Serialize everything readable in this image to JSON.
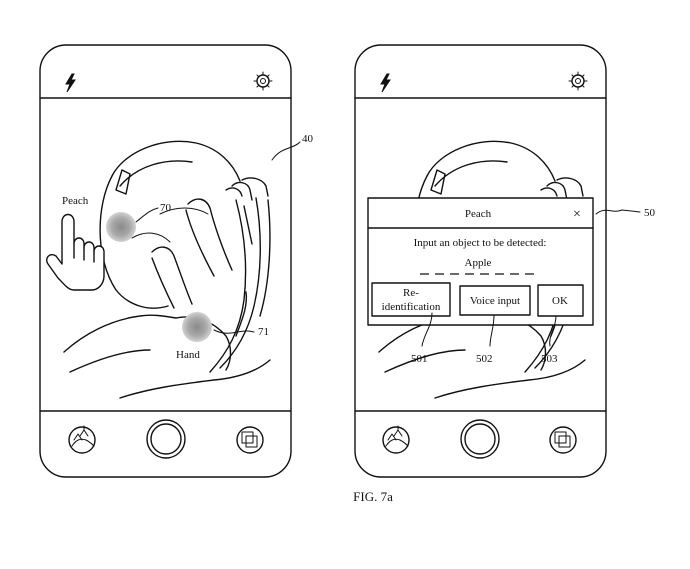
{
  "figure": {
    "caption": "FIG. 7a"
  },
  "reference_numerals": {
    "phone": "40",
    "dialog": "50",
    "peach_marker": "70",
    "hand_marker": "71",
    "reidentify_button": "501",
    "voice_input_button": "502",
    "ok_button": "503"
  },
  "left_phone": {
    "peach_label": "Peach",
    "hand_label": "Hand"
  },
  "dialog": {
    "title": "Peach",
    "close_symbol": "×",
    "prompt": "Input an object to be detected:",
    "value": "Apple",
    "reidentify_line1": "Re-",
    "reidentify_line2": "identification",
    "voice_input_label": "Voice input",
    "ok_label": "OK"
  },
  "icons": {
    "flash": "flash-icon",
    "settings": "gear-icon",
    "scene": "scene-icon",
    "shutter": "shutter-button",
    "gallery": "gallery-icon",
    "pointer": "pointing-hand-icon"
  },
  "colors": {
    "marker": "#a3a3a3",
    "line": "#111111"
  }
}
